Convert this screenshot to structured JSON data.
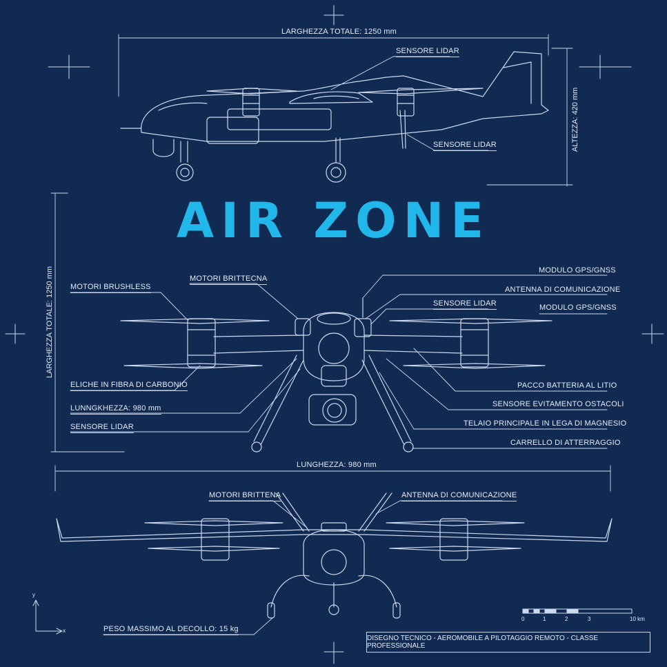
{
  "title": "AIR ZONE",
  "side_view": {
    "width_label": "LARGHEZZA TOTALE: 1250 mm",
    "height_label": "ALTEZZA: 420 mm",
    "lidar_top": "SENSORE LIDAR",
    "lidar_bottom": "SENSORE LIDAR"
  },
  "front_view": {
    "vertical_label": "LARGHEZZA TOTALE: 1250 mm",
    "length_label": "LUNGHEZZA: 980 mm",
    "left_labels": [
      "MOTORI BRUSHLESS",
      "ELICHE IN FIBRA DI CARBONIO",
      "LUNNGKHEZZA: 980 mm",
      "SENSORE LIDAR"
    ],
    "center_label": "MOTORI BRITTECNA",
    "right_labels": [
      "MODULO GPS/GNSS",
      "ANTENNA DI COMUNICAZIONE",
      "SENSORE LIDAR",
      "MODULO GPS/GNSS",
      "PACCO BATTERIA AL LITIO",
      "SENSORE EVITAMENTO OSTACOLI",
      "TELAIO PRINCIPALE IN LEGA DI MAGNESIO",
      "CARRELLO DI ATTERRAGGIO"
    ]
  },
  "rear_view": {
    "motors_label": "MOTORI BRITTENA",
    "antenna_label": "ANTENNA DI COMUNICAZIONE",
    "weight_label": "PESO MASSIMO AL DECOLLO: 15 kg"
  },
  "axes": {
    "y": "y",
    "x": "x"
  },
  "scale": {
    "ticks": [
      "0",
      "1",
      "2",
      "3",
      "10 km"
    ]
  },
  "footer": "DISEGNO TECNICO - AEROMOBILE A PILOTAGGIO REMOTO - CLASSE PROFESSIONALE",
  "colors": {
    "background": "#112a52",
    "lines": "#c9d6ea",
    "accent": "#21b7ea"
  }
}
